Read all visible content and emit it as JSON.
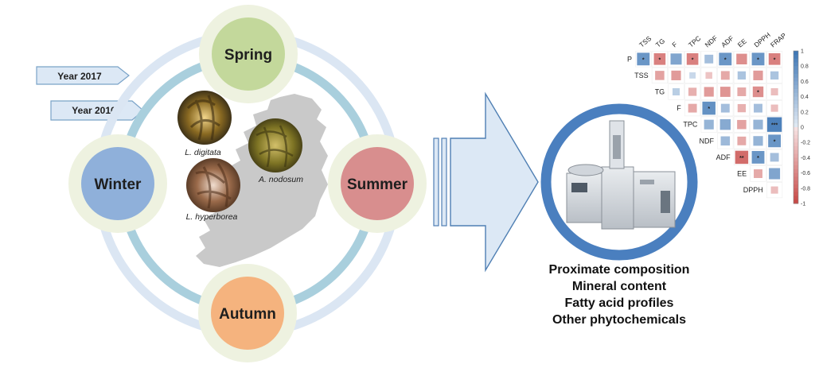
{
  "seasons": {
    "spring": {
      "label": "Spring",
      "color": "#c3d89b"
    },
    "summer": {
      "label": "Summer",
      "color": "#d88e8e"
    },
    "autumn": {
      "label": "Autumn",
      "color": "#f5b37e"
    },
    "winter": {
      "label": "Winter",
      "color": "#8fb0da"
    }
  },
  "years": [
    "Year 2017",
    "Year 2016"
  ],
  "species": [
    "L. digitata",
    "A. nodosum",
    "L. hyperborea"
  ],
  "analyses": [
    "Proximate composition",
    "Mineral content",
    "Fatty acid profiles",
    "Other phytochemicals"
  ],
  "colors": {
    "ring_outer": "#dbe6f3",
    "ring_inner": "#a9cfdd",
    "season_halo": "#eef2e0",
    "year_tag": "#dce8f5",
    "year_tag_border": "#7aa3c8",
    "arrow_fill": "#dce8f5",
    "arrow_stroke": "#4f7fb3",
    "instrument_ring": "#4a7fbf",
    "ireland": "#c9c9c9",
    "positive": "#3f77b5",
    "negative": "#c84a48"
  },
  "chart_data": {
    "type": "heatmap",
    "variables": [
      "P",
      "TSS",
      "TG",
      "F",
      "TPC",
      "NDF",
      "ADF",
      "EE",
      "DPPH",
      "FRAP"
    ],
    "matrix_type": "upper-triangle correlation",
    "colorbar": {
      "range": [
        -1,
        1
      ],
      "ticks": [
        "1",
        "0.8",
        "0.6",
        "0.4",
        "0.2",
        "0",
        "-0.2",
        "-0.4",
        "-0.6",
        "-0.8",
        "-1"
      ]
    },
    "cells": [
      {
        "row": "P",
        "col": "TSS",
        "r": 0.7,
        "sig": "*"
      },
      {
        "row": "P",
        "col": "TG",
        "r": -0.6,
        "sig": "*"
      },
      {
        "row": "P",
        "col": "F",
        "r": 0.55,
        "sig": ""
      },
      {
        "row": "P",
        "col": "TPC",
        "r": -0.6,
        "sig": "*"
      },
      {
        "row": "P",
        "col": "NDF",
        "r": 0.3,
        "sig": ""
      },
      {
        "row": "P",
        "col": "ADF",
        "r": 0.7,
        "sig": "*"
      },
      {
        "row": "P",
        "col": "EE",
        "r": -0.5,
        "sig": ""
      },
      {
        "row": "P",
        "col": "DPPH",
        "r": 0.7,
        "sig": "*"
      },
      {
        "row": "P",
        "col": "FRAP",
        "r": -0.6,
        "sig": "*"
      },
      {
        "row": "TSS",
        "col": "TG",
        "r": -0.35,
        "sig": ""
      },
      {
        "row": "TSS",
        "col": "F",
        "r": -0.4,
        "sig": ""
      },
      {
        "row": "TSS",
        "col": "TPC",
        "r": 0.05,
        "sig": ""
      },
      {
        "row": "TSS",
        "col": "NDF",
        "r": -0.1,
        "sig": ""
      },
      {
        "row": "TSS",
        "col": "ADF",
        "r": -0.3,
        "sig": ""
      },
      {
        "row": "TSS",
        "col": "EE",
        "r": 0.25,
        "sig": ""
      },
      {
        "row": "TSS",
        "col": "DPPH",
        "r": -0.4,
        "sig": ""
      },
      {
        "row": "TSS",
        "col": "FRAP",
        "r": 0.25,
        "sig": ""
      },
      {
        "row": "TG",
        "col": "F",
        "r": 0.15,
        "sig": ""
      },
      {
        "row": "TG",
        "col": "TPC",
        "r": -0.25,
        "sig": ""
      },
      {
        "row": "TG",
        "col": "NDF",
        "r": -0.4,
        "sig": ""
      },
      {
        "row": "TG",
        "col": "ADF",
        "r": -0.45,
        "sig": ""
      },
      {
        "row": "TG",
        "col": "EE",
        "r": -0.3,
        "sig": ""
      },
      {
        "row": "TG",
        "col": "DPPH",
        "r": -0.5,
        "sig": "*"
      },
      {
        "row": "TG",
        "col": "FRAP",
        "r": -0.15,
        "sig": ""
      },
      {
        "row": "F",
        "col": "TPC",
        "r": -0.3,
        "sig": ""
      },
      {
        "row": "F",
        "col": "NDF",
        "r": 0.75,
        "sig": "*"
      },
      {
        "row": "F",
        "col": "ADF",
        "r": 0.3,
        "sig": ""
      },
      {
        "row": "F",
        "col": "EE",
        "r": -0.25,
        "sig": ""
      },
      {
        "row": "F",
        "col": "DPPH",
        "r": 0.3,
        "sig": ""
      },
      {
        "row": "F",
        "col": "FRAP",
        "r": -0.15,
        "sig": ""
      },
      {
        "row": "TPC",
        "col": "NDF",
        "r": 0.4,
        "sig": ""
      },
      {
        "row": "TPC",
        "col": "ADF",
        "r": 0.5,
        "sig": ""
      },
      {
        "row": "TPC",
        "col": "EE",
        "r": -0.35,
        "sig": ""
      },
      {
        "row": "TPC",
        "col": "DPPH",
        "r": 0.4,
        "sig": ""
      },
      {
        "row": "TPC",
        "col": "FRAP",
        "r": 0.9,
        "sig": "***"
      },
      {
        "row": "NDF",
        "col": "ADF",
        "r": 0.35,
        "sig": ""
      },
      {
        "row": "NDF",
        "col": "EE",
        "r": -0.3,
        "sig": ""
      },
      {
        "row": "NDF",
        "col": "DPPH",
        "r": 0.4,
        "sig": ""
      },
      {
        "row": "NDF",
        "col": "FRAP",
        "r": 0.7,
        "sig": "*"
      },
      {
        "row": "ADF",
        "col": "EE",
        "r": -0.75,
        "sig": "**"
      },
      {
        "row": "ADF",
        "col": "DPPH",
        "r": 0.7,
        "sig": "*"
      },
      {
        "row": "ADF",
        "col": "FRAP",
        "r": 0.3,
        "sig": ""
      },
      {
        "row": "EE",
        "col": "DPPH",
        "r": -0.3,
        "sig": ""
      },
      {
        "row": "EE",
        "col": "FRAP",
        "r": 0.55,
        "sig": ""
      },
      {
        "row": "DPPH",
        "col": "FRAP",
        "r": -0.15,
        "sig": ""
      }
    ]
  }
}
